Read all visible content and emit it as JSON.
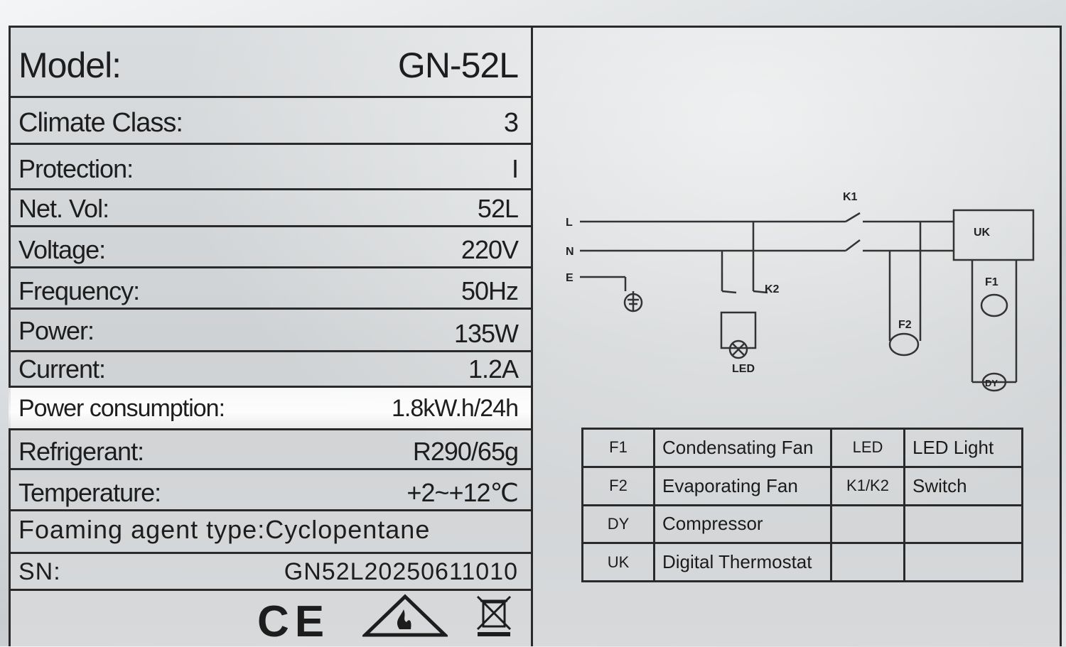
{
  "spec_rows": [
    {
      "label": "Model:",
      "value": "GN-52L"
    },
    {
      "label": "Climate Class:",
      "value": "3"
    },
    {
      "label": "Protection:",
      "value": "I"
    },
    {
      "label": "Net. Vol:",
      "value": "52L"
    },
    {
      "label": "Voltage:",
      "value": "220V"
    },
    {
      "label": "Frequency:",
      "value": "50Hz"
    },
    {
      "label": "Power:",
      "value": "135W"
    },
    {
      "label": "Current:",
      "value": "1.2A"
    },
    {
      "label": "Power consumption:",
      "value": "1.8kW.h/24h"
    },
    {
      "label": "Refrigerant:",
      "value": "R290/65g"
    },
    {
      "label": "Temperature:",
      "value": "+2~+12℃"
    }
  ],
  "foaming": "Foaming agent type:Cyclopentane",
  "sn": {
    "label": "SN:",
    "value": "GN52L20250611010"
  },
  "marks": {
    "ce": "CE"
  },
  "diagram": {
    "terminals": [
      "L",
      "N",
      "E"
    ],
    "labels": {
      "k1": "K1",
      "k2": "K2",
      "uk": "UK",
      "f1": "F1",
      "f2": "F2",
      "led": "LED",
      "dy": "DY"
    }
  },
  "legend": [
    {
      "code": "F1",
      "desc": "Condensating Fan",
      "code2": "LED",
      "desc2": "LED Light"
    },
    {
      "code": "F2",
      "desc": "Evaporating Fan",
      "code2": "K1/K2",
      "desc2": "Switch"
    },
    {
      "code": "DY",
      "desc": "Compressor",
      "code2": "",
      "desc2": ""
    },
    {
      "code": "UK",
      "desc": "Digital Thermostat",
      "code2": "",
      "desc2": ""
    }
  ]
}
